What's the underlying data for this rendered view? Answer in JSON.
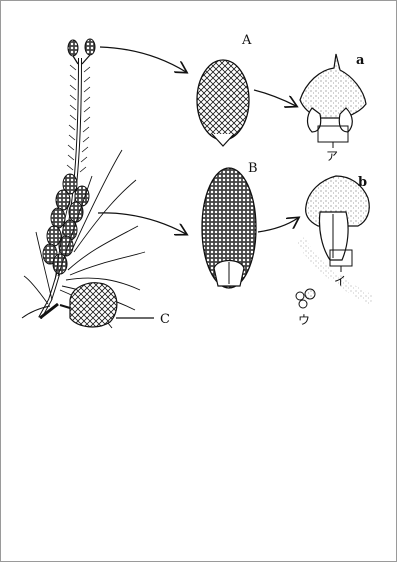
{
  "figure": {
    "labels": {
      "A": "A",
      "B": "B",
      "C": "C",
      "a": "a",
      "b": "b",
      "a_part": "ア",
      "b_part": "イ",
      "pollen": "ウ"
    }
  },
  "colors": {
    "ink": "#111111",
    "border": "#9a9a9a"
  }
}
